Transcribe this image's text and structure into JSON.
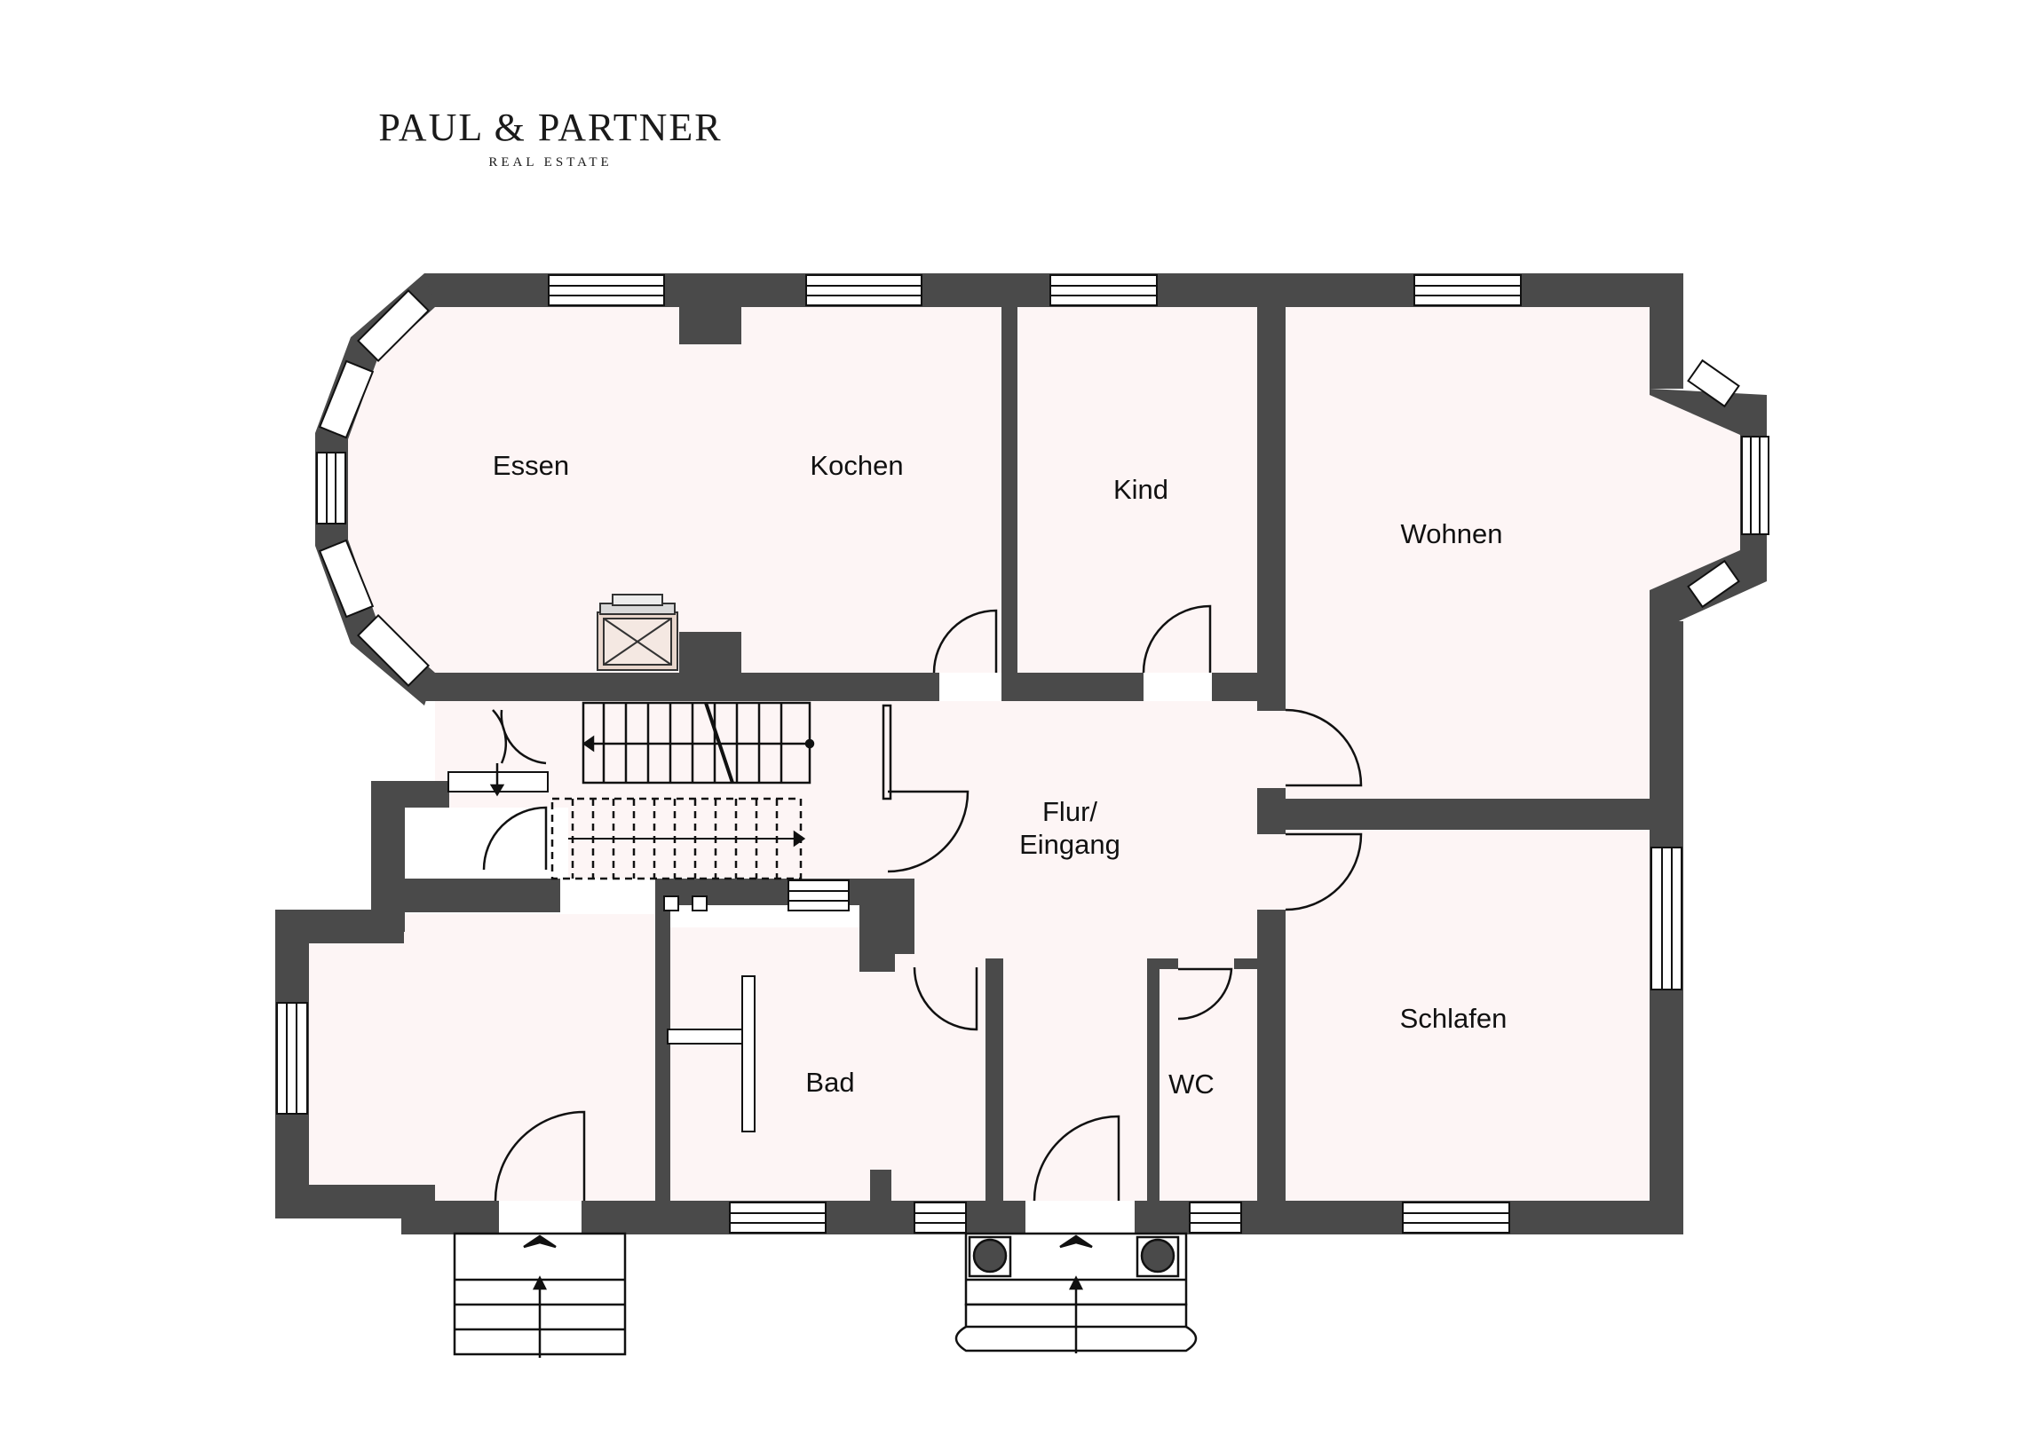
{
  "logo": {
    "name": "PAUL & PARTNER",
    "tagline": "REAL ESTATE"
  },
  "rooms": {
    "essen": "Essen",
    "kochen": "Kochen",
    "kind": "Kind",
    "wohnen": "Wohnen",
    "flur_line1": "Flur/",
    "flur_line2": "Eingang",
    "bad": "Bad",
    "wc": "WC",
    "schlafen": "Schlafen"
  },
  "colors": {
    "wall": "#4a4a4a",
    "floor": "#fdf5f5",
    "window": "#ffffff",
    "line": "#111111"
  }
}
